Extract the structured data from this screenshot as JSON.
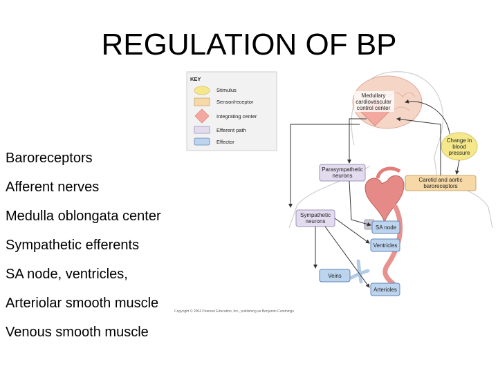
{
  "slide": {
    "title": "REGULATION OF BP",
    "bullets": [
      "Baroreceptors",
      "Afferent nerves",
      "Medulla oblongata center",
      "Sympathetic efferents",
      "SA node, ventricles,",
      "Arteriolar smooth muscle",
      "Venous smooth muscle"
    ]
  },
  "figure": {
    "key": {
      "heading": "KEY",
      "items": [
        "Stimulus",
        "Sensor/receptor",
        "Integrating center",
        "Efferent path",
        "Effector"
      ]
    },
    "labels": {
      "medulla": [
        "Medullary",
        "cardiovascular",
        "control center"
      ],
      "stimulus": [
        "Change in",
        "blood",
        "pressure"
      ],
      "sensor": [
        "Carotid and aortic",
        "baroreceptors"
      ],
      "parasympathetic": [
        "Parasympathetic",
        "neurons"
      ],
      "sympathetic": [
        "Sympathetic",
        "neurons"
      ],
      "sa_node": "SA node",
      "ventricles": "Ventricles",
      "veins": "Veins",
      "arterioles": "Arterioles"
    },
    "copyright": "Copyright © 2004 Pearson Education, Inc., publishing as Benjamin Cummings",
    "colors": {
      "stimulus": "#f5e88a",
      "sensor": "#f6d9a6",
      "integrating": "#f3a9a0",
      "efferent": "#e3dcef",
      "effector": "#bcd4ee"
    }
  }
}
